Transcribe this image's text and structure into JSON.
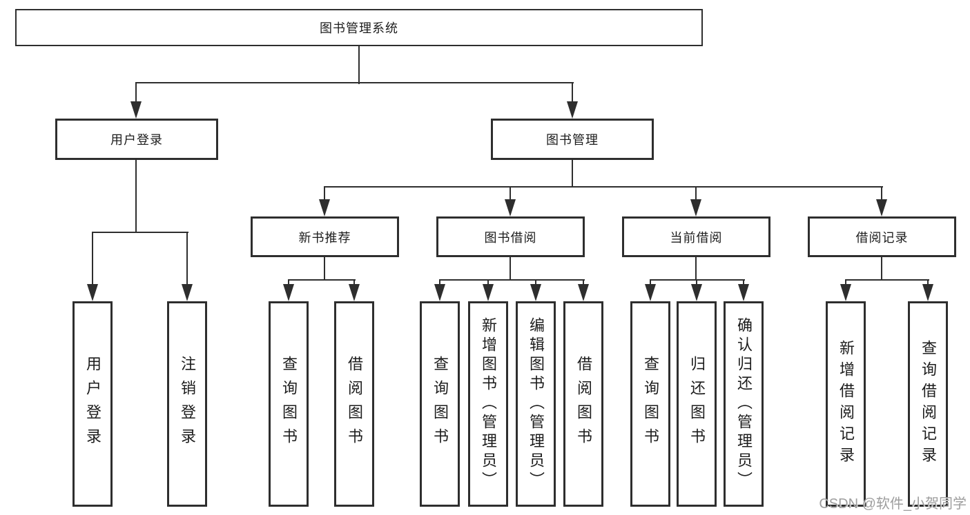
{
  "diagram": {
    "root": {
      "label": "图书管理系统"
    },
    "level2": [
      {
        "label": "用户登录"
      },
      {
        "label": "图书管理"
      }
    ],
    "level3": [
      {
        "label": "新书推荐"
      },
      {
        "label": "图书借阅"
      },
      {
        "label": "当前借阅"
      },
      {
        "label": "借阅记录"
      }
    ],
    "leaves_user_login": [
      {
        "label": "用户登录"
      },
      {
        "label": "注销登录"
      }
    ],
    "leaves_new_book": [
      {
        "label": "查询图书"
      },
      {
        "label": "借阅图书"
      }
    ],
    "leaves_book_borrow": [
      {
        "label": "查询图书"
      },
      {
        "label": "新增图书（管理员）"
      },
      {
        "label": "编辑图书（管理员）"
      },
      {
        "label": "借阅图书"
      }
    ],
    "leaves_current_borrow": [
      {
        "label": "查询图书"
      },
      {
        "label": "归还图书"
      },
      {
        "label": "确认归还（管理员）"
      }
    ],
    "leaves_borrow_record": [
      {
        "label": "新增借阅记录"
      },
      {
        "label": "查询借阅记录"
      }
    ]
  },
  "watermark": {
    "text": "CSDN @软件_小贺同学"
  },
  "colors": {
    "line": "#2e2e2e",
    "box_border": "#2e2e2e",
    "text": "#1c1c1c",
    "watermark": "#9d9d9d",
    "background": "#ffffff"
  }
}
